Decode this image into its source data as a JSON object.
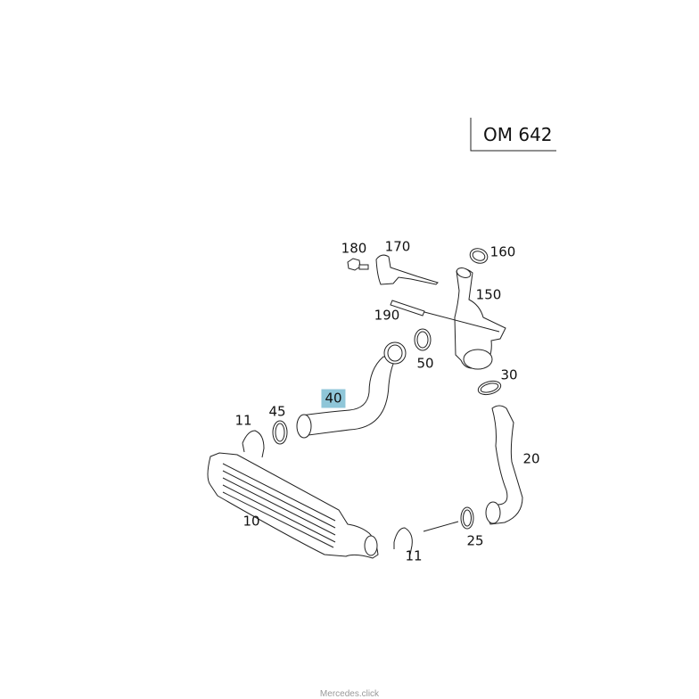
{
  "engine_label": "OM 642",
  "highlight_color": "#8fc6d8",
  "parts": [
    {
      "id": "10",
      "label": "10"
    },
    {
      "id": "11a",
      "label": "11"
    },
    {
      "id": "11b",
      "label": "11"
    },
    {
      "id": "20",
      "label": "20"
    },
    {
      "id": "25",
      "label": "25"
    },
    {
      "id": "30",
      "label": "30"
    },
    {
      "id": "40",
      "label": "40",
      "highlighted": true
    },
    {
      "id": "45",
      "label": "45"
    },
    {
      "id": "50",
      "label": "50"
    },
    {
      "id": "150",
      "label": "150"
    },
    {
      "id": "160",
      "label": "160"
    },
    {
      "id": "170",
      "label": "170"
    },
    {
      "id": "180",
      "label": "180"
    },
    {
      "id": "190",
      "label": "190"
    }
  ],
  "footer": "Mercedes.click"
}
